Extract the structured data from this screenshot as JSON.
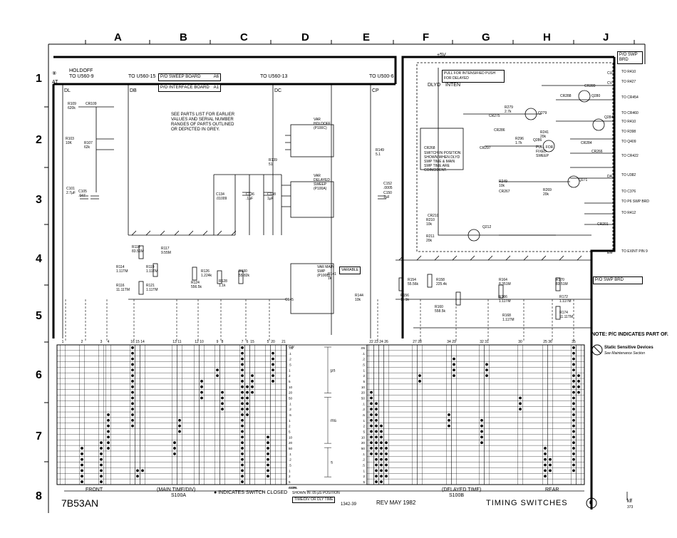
{
  "columns": [
    "A",
    "B",
    "C",
    "D",
    "E",
    "F",
    "G",
    "H",
    "J"
  ],
  "rows": [
    "1",
    "2",
    "3",
    "4",
    "5",
    "6",
    "7",
    "8"
  ],
  "notes": {
    "parts_list": "SEE PARTS LIST FOR EARLIER VALUES AND SERIAL NUMBER RANGES OF PARTS OUTLINED OR DEPICTED IN GREY.",
    "pull_intensified": "PULL FOR INTENSIFIED PUSH FOR DELAYED",
    "switch_position": "SWITCH IN POSITION SHOWN WHEN DLYD SWP TIME & MAIN SWP TIME ARE COINCIDENT.",
    "pull_fixed": "PULL FOR FIXED SWEEP",
    "pc_indicates": "NOTE: P/C INDICATES PART OF.",
    "static": "Static Sensitive Devices",
    "static_sub": "See Maintenance Section",
    "switch_closed": "INDICATES SWITCH CLOSED",
    "shown_in": "SHOWN IN .05 µS POSITION",
    "time_div": "TIME/DIV OR DLY TIME"
  },
  "boards": {
    "sweep": "P/O SWEEP BOARD",
    "sweep_id": "A6",
    "interface": "P/O INTERFACE BOARD",
    "interface_id": "A1",
    "swp_brd": "P/O SWP BRD",
    "swp_brd_bottom": "P/O SWP BRD"
  },
  "connectors": {
    "holdoff": "HOLDOFF",
    "u560_9": "TO U560-9",
    "u560_15": "TO U560-15",
    "u560_13": "TO U560-13",
    "u500_6": "TO U500-6",
    "at": "AT",
    "dl": "DL",
    "db": "DB",
    "dc": "DC",
    "cp": "CP",
    "inten": "INTEN",
    "dlyd": "DLYD",
    "plus5v": "+5V"
  },
  "variables": {
    "var_holdoff": "VAR HOLDOFF (P100C)",
    "var_delayed": "VAR DELAYED SWEEP (P100A)",
    "var_main": "VAR MAIN SWP (P100B)",
    "variable_tag": "VARIABLE"
  },
  "components": [
    {
      "id": "R109",
      "v": "620k"
    },
    {
      "id": "CR109",
      "v": ""
    },
    {
      "id": "R103",
      "v": "10K"
    },
    {
      "id": "R107",
      "v": "62k"
    },
    {
      "id": "C101",
      "v": "2.7µF"
    },
    {
      "id": "C105",
      "v": ".047"
    },
    {
      "id": "C134",
      "v": ".01009"
    },
    {
      "id": "C136",
      "v": ".1µF"
    },
    {
      "id": "C138",
      "v": "1µF"
    },
    {
      "id": "R139",
      "v": "51"
    },
    {
      "id": "R149",
      "v": "5.1"
    },
    {
      "id": "C150",
      "v": "1µF"
    },
    {
      "id": "C152",
      "v": ".0005"
    },
    {
      "id": "R110",
      "v": "83.51M"
    },
    {
      "id": "R117",
      "v": "9.55M"
    },
    {
      "id": "R119",
      "v": "1.11TM"
    },
    {
      "id": "R114",
      "v": "1.11TM"
    },
    {
      "id": "R116",
      "v": "11.11TM"
    },
    {
      "id": "R121",
      "v": "1.11TM"
    },
    {
      "id": "R124",
      "v": "556.5k"
    },
    {
      "id": "R126",
      "v": "1.224k"
    },
    {
      "id": "R128",
      "v": "1.1k"
    },
    {
      "id": "R130",
      "v": "55.82k"
    },
    {
      "id": "R141",
      "v": "1k"
    },
    {
      "id": "R144",
      "v": "10k"
    },
    {
      "id": "C145",
      "v": ""
    },
    {
      "id": "R154",
      "v": "55.56k"
    },
    {
      "id": "R156",
      "v": "11.1k"
    },
    {
      "id": "R158",
      "v": "225.4k"
    },
    {
      "id": "R160",
      "v": "558.5k"
    },
    {
      "id": "R164",
      "v": "8.351M"
    },
    {
      "id": "R166",
      "v": "1.11TM"
    },
    {
      "id": "R168",
      "v": "1.11TM"
    },
    {
      "id": "R170",
      "v": "83.51M"
    },
    {
      "id": "R172",
      "v": "1.11TM"
    },
    {
      "id": "R174",
      "v": "11.11TM"
    },
    {
      "id": "Q279",
      "v": ""
    },
    {
      "id": "Q280",
      "v": ""
    },
    {
      "id": "Q284",
      "v": ""
    },
    {
      "id": "Q286",
      "v": ""
    },
    {
      "id": "Q271",
      "v": ""
    },
    {
      "id": "Q212",
      "v": ""
    },
    {
      "id": "R279",
      "v": "2.7k"
    },
    {
      "id": "R296",
      "v": "1.7k"
    },
    {
      "id": "R241",
      "v": "20k"
    },
    {
      "id": "R249",
      "v": "10k"
    },
    {
      "id": "R269",
      "v": "20k"
    },
    {
      "id": "R210",
      "v": "10k"
    },
    {
      "id": "R211",
      "v": "20k"
    },
    {
      "id": "CR275",
      "v": ""
    },
    {
      "id": "CR286",
      "v": ""
    },
    {
      "id": "CR268",
      "v": ""
    },
    {
      "id": "CR297",
      "v": ""
    },
    {
      "id": "CR267",
      "v": ""
    },
    {
      "id": "CR210",
      "v": ""
    },
    {
      "id": "CR201",
      "v": ""
    },
    {
      "id": "CR288",
      "v": ""
    },
    {
      "id": "CR289",
      "v": ""
    },
    {
      "id": "CR284",
      "v": ""
    },
    {
      "id": "CR266",
      "v": ""
    }
  ],
  "outputs": [
    {
      "lbl": "CU",
      "to": "TO R410"
    },
    {
      "lbl": "CV",
      "to": "TO R427"
    },
    {
      "lbl": "",
      "to": "TO CR454"
    },
    {
      "lbl": "",
      "to": "TO CR460"
    },
    {
      "lbl": "",
      "to": "TO R410"
    },
    {
      "lbl": "",
      "to": "TO R398"
    },
    {
      "lbl": "",
      "to": "TO Q409"
    },
    {
      "lbl": "",
      "to": "TO CR422"
    },
    {
      "lbl": "DA",
      "to": "TO U382"
    },
    {
      "lbl": "",
      "to": "TO C376"
    },
    {
      "lbl": "",
      "to": "TO P6 SWP BRD"
    },
    {
      "lbl": "",
      "to": "TO R412"
    },
    {
      "lbl": "EM",
      "to": "TO EXINT PIN 9"
    }
  ],
  "switch_cols": [
    "1",
    "2",
    "3",
    "4",
    "16",
    "15",
    "14",
    "13",
    "11",
    "12",
    "10",
    "9",
    "8",
    "7",
    "6",
    "15",
    "5",
    "20",
    "21",
    "22",
    "23",
    "24",
    "26",
    "27",
    "28",
    "34",
    "29",
    "32",
    "31",
    "30",
    "25",
    "36",
    "35"
  ],
  "time_left": [
    "CW",
    ".05",
    ".1",
    ".2",
    ".5",
    "1",
    "2",
    "5",
    "10",
    "20",
    "50",
    ".1",
    ".2",
    ".5",
    "1",
    "2",
    "5",
    "10",
    "20",
    "50",
    ".1",
    ".2",
    ".5",
    "1",
    "2",
    "5",
    "AMPL",
    "CCW"
  ],
  "time_right": [
    ".05",
    ".1",
    ".2",
    ".5",
    "1",
    "2",
    "5",
    "10",
    "20",
    "50",
    ".1",
    ".2",
    ".5",
    "1",
    "2",
    "5",
    "10",
    "20",
    "50",
    ".1",
    ".2",
    ".5",
    "1",
    "2",
    "5"
  ],
  "time_units": [
    "µs",
    "ms",
    "s"
  ],
  "bottom": {
    "front": "FRONT",
    "rear": "REAR",
    "main_time": "(MAIN TIME/DIV)",
    "s100a": "S100A",
    "delayed_time": "(DELAYED TIME)",
    "s100b": "S100B",
    "model": "7B53AN",
    "code": "1342-39",
    "rev": "REV MAY 1982",
    "title": "TIMING SWITCHES",
    "badge": "6",
    "kf": "klf",
    "kf_num": "373"
  }
}
